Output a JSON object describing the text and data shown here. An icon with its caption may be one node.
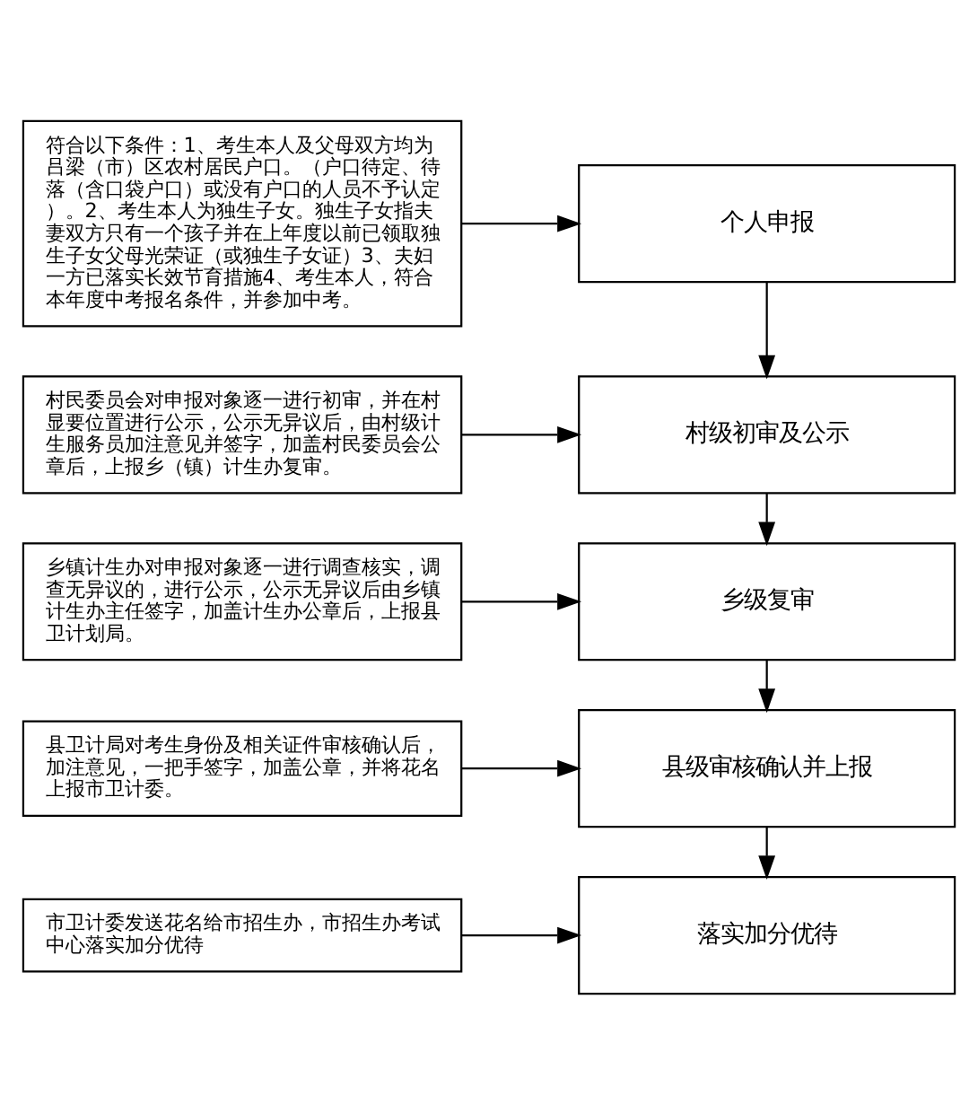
{
  "diagram": {
    "nodes": [
      {
        "text": [
          "个人申报"
        ]
      },
      {
        "text": [
          "符合以下条件：1、考生本人及父母双方均为吕梁（市）区农村居民户口。（户口待定、待落（含口袋户口）或没有户口的人员不予认定）。2、考生本人为独生子女。独生子女指夫妻双方只有一个孩子并在上年度以前已领取独生子女父母光荣证（或独生子女证）3、夫妇一方已落实长效节育措施4、考生本人，符合本年度中考报名条件，并参加中考。"
        ]
      },
      {
        "text": [
          "村级初审及公示"
        ]
      },
      {
        "text": [
          "村民委员会对申报对象逐一进行初审，并在村显要位置进行公示，公示无异议后，由村级计生服务员加注意见并签字，加盖村民委员会公章后，上报乡（镇）计生办复审。"
        ]
      },
      {
        "text": [
          "乡级复审"
        ]
      },
      {
        "text": [
          "乡镇计生办对申报对象逐一进行调查核实，调查无异议的，进行公示，公示无异议后由乡镇计生办主任签字，加盖计生办公章后，上报县卫计划局。"
        ]
      },
      {
        "text": [
          "县级审核确认并上报"
        ]
      },
      {
        "text": [
          "县卫计局对考生身份及相关证件审核确认后，加注意见，一把手签字，加盖公章，并将花名上报市卫计委。"
        ]
      },
      {
        "text": [
          "落实加分优待"
        ]
      },
      {
        "text": [
          "市卫计委发送花名给市招生办，市招生办考试中心落实加分优待"
        ]
      }
    ],
    "edges": [
      {
        "from": 1,
        "to": 0,
        "arrow": "to"
      },
      {
        "from": 0,
        "to": 2,
        "arrow": "to"
      },
      {
        "from": 3,
        "to": 2,
        "arrow": "to"
      },
      {
        "from": 2,
        "to": 4,
        "arrow": "to"
      },
      {
        "from": 5,
        "to": 4,
        "arrow": "to"
      },
      {
        "from": 4,
        "to": 6,
        "arrow": "to"
      },
      {
        "from": 7,
        "to": 6,
        "arrow": "to"
      },
      {
        "from": 6,
        "to": 8,
        "arrow": "to"
      },
      {
        "from": 9,
        "to": 8,
        "arrow": "to"
      }
    ]
  }
}
